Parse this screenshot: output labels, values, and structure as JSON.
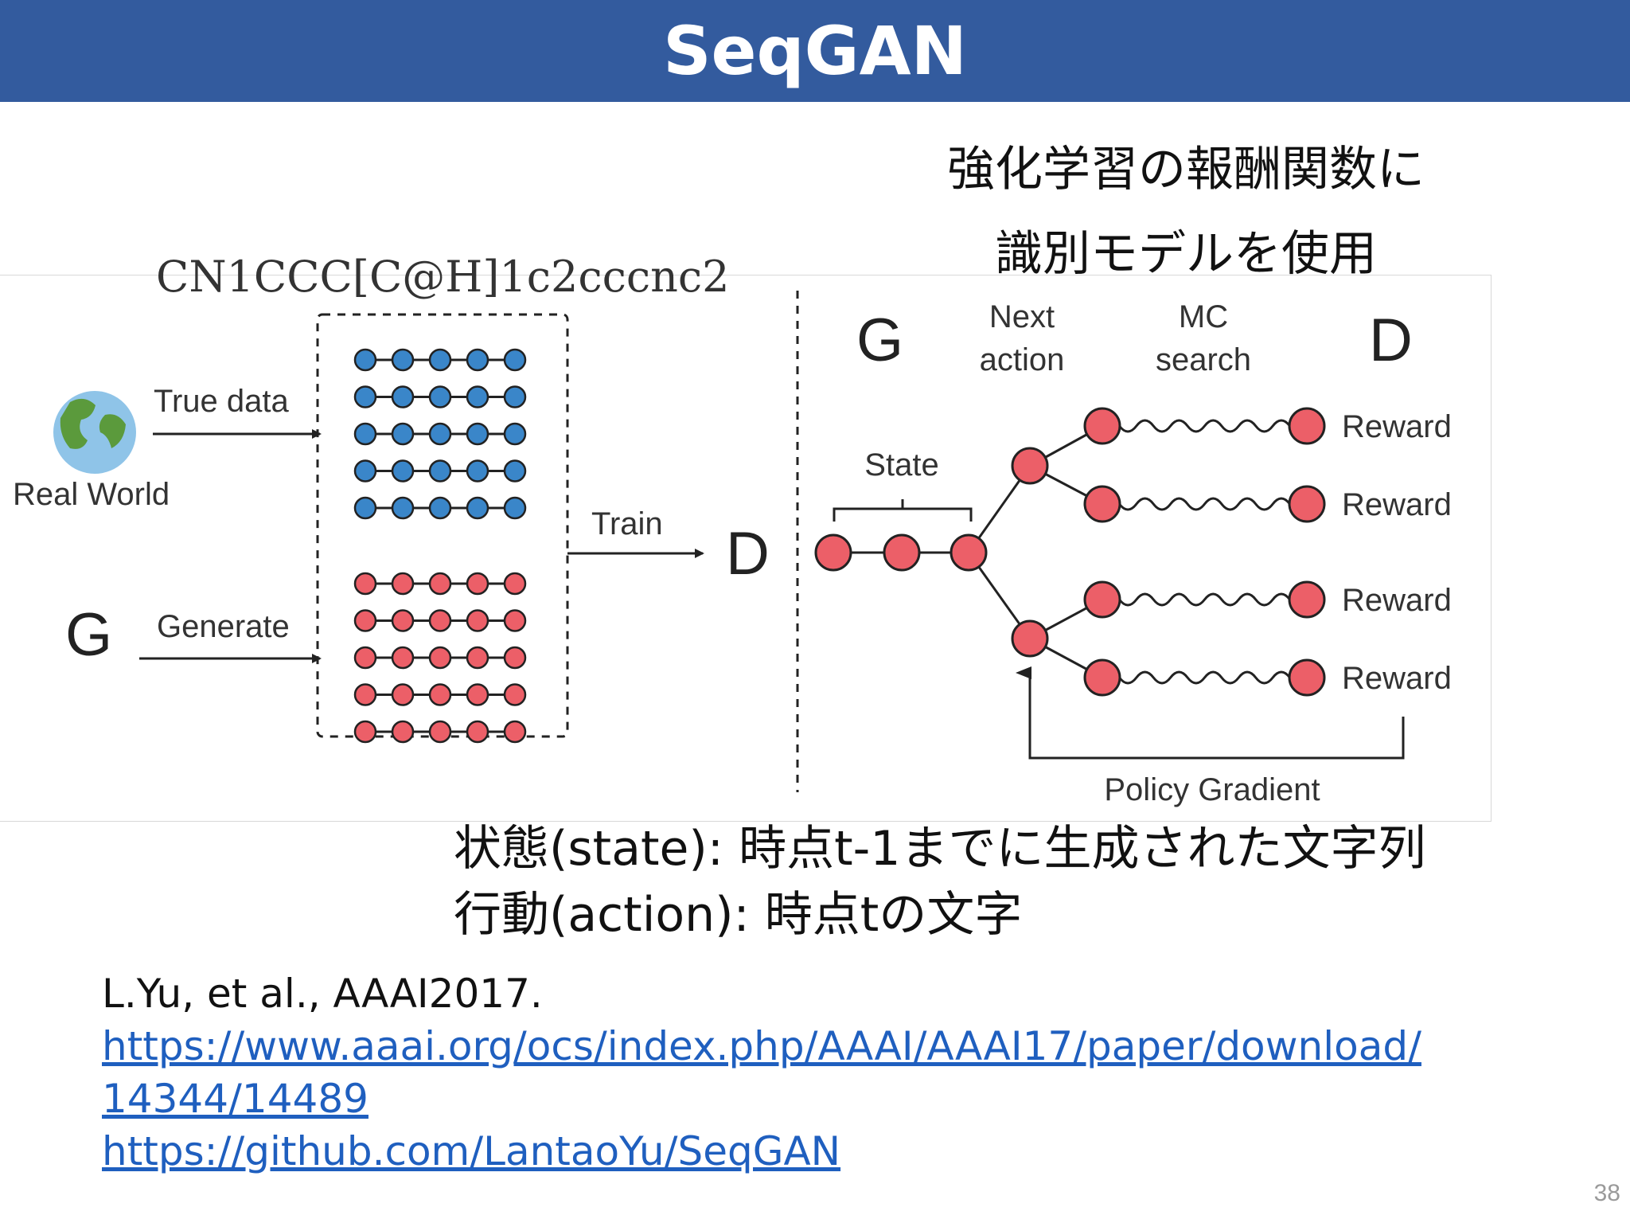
{
  "title": "SeqGAN",
  "note_top": [
    "強化学習の報酬関数に",
    "識別モデルを使用"
  ],
  "figure": {
    "smiles": "CN1CCC[C@H]1c2cccnc2",
    "left": {
      "real_world": "Real World",
      "true_data": "True data",
      "generate": "Generate",
      "g": "G",
      "train": "Train",
      "d": "D"
    },
    "right": {
      "g": "G",
      "next_action": [
        "Next",
        "action"
      ],
      "mc_search": [
        "MC",
        "search"
      ],
      "d": "D",
      "state": "State",
      "rewards": [
        "Reward",
        "Reward",
        "Reward",
        "Reward"
      ],
      "policy_gradient": "Policy Gradient"
    },
    "colors": {
      "real": "#3a86c9",
      "generated": "#ec5f68",
      "globe_ocean": "#8fc4e8",
      "globe_land": "#5b9a3c"
    }
  },
  "definitions": [
    "状態(state): 時点t-1までに生成された文字列",
    "行動(action): 時点tの文字"
  ],
  "reference": {
    "citation": "L.Yu, et al., AAAI2017.",
    "paper_link_line1": "https://www.aaai.org/ocs/index.php/AAAI/AAAI17/paper/download/",
    "paper_link_line2": "14344/14489",
    "github_link": "https://github.com/LantaoYu/SeqGAN"
  },
  "page_number": "38"
}
